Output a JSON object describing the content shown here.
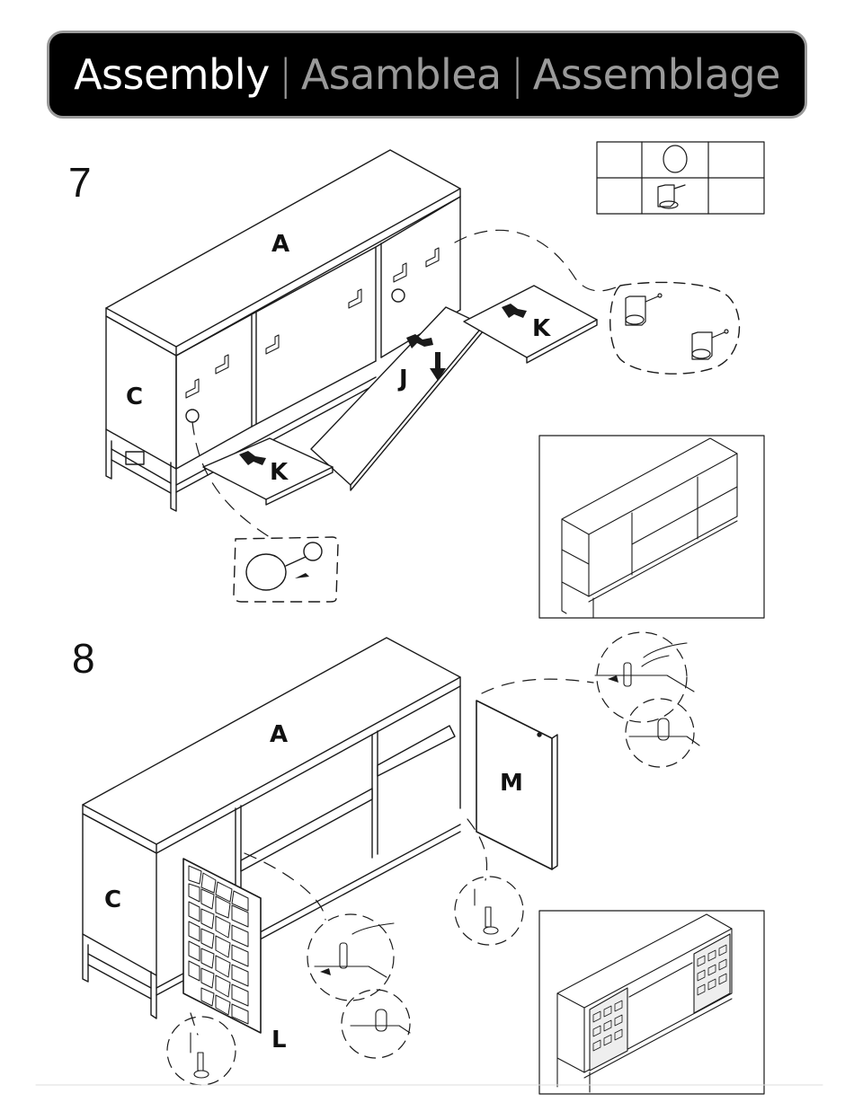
{
  "header": {
    "title_en": "Assembly",
    "separator": "|",
    "title_es": "Asamblea",
    "title_fr": "Assemblage"
  },
  "steps": [
    {
      "number": "7",
      "labels": {
        "top": "A",
        "side": "C",
        "center_panel": "J",
        "shelf_right": "K",
        "shelf_left": "K"
      }
    },
    {
      "number": "8",
      "labels": {
        "top": "A",
        "side": "C",
        "door_right": "M",
        "door_left": "L"
      }
    }
  ],
  "colors": {
    "banner_bg": "#000000",
    "banner_text_primary": "#ffffff",
    "banner_text_secondary": "#9a9a9a",
    "line": "#1a1a1a"
  }
}
